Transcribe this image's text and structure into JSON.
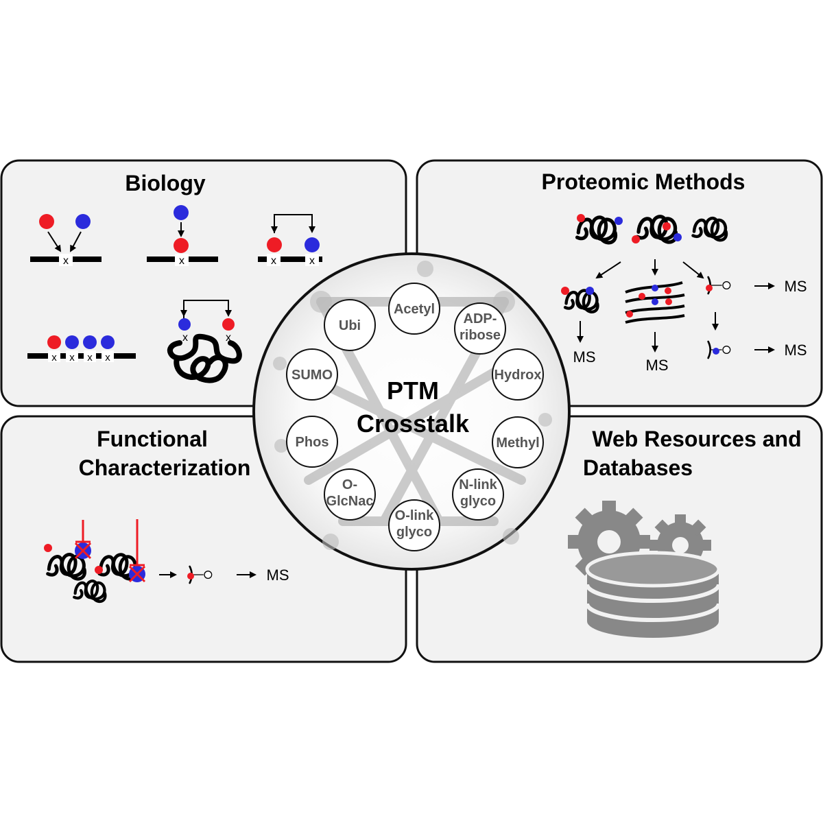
{
  "center": {
    "line1": "PTM",
    "line2": "Crosstalk"
  },
  "nodes": {
    "acetyl": [
      "Acetyl"
    ],
    "adp": [
      "ADP-",
      "ribose"
    ],
    "hydrox": [
      "Hydrox"
    ],
    "methyl": [
      "Methyl"
    ],
    "nlink": [
      "N-link",
      "glyco"
    ],
    "olink": [
      "O-link",
      "glyco"
    ],
    "oglcnac": [
      "O-",
      "GlcNac"
    ],
    "phos": [
      "Phos"
    ],
    "sumo": [
      "SUMO"
    ],
    "ubi": [
      "Ubi"
    ]
  },
  "panels": {
    "biology": {
      "title": "Biology",
      "site_mark": "x"
    },
    "proteomic": {
      "title": "Proteomic Methods",
      "ms_label": "MS"
    },
    "functional": {
      "title_line1": "Functional",
      "title_line2": "Characterization",
      "ms_label": "MS"
    },
    "web": {
      "title_line1": "Web Resources and",
      "title_line2": "Databases"
    }
  },
  "colors": {
    "mod_red": "#ee1c25",
    "mod_blue": "#2b2bdc",
    "panel_fill": "#f2f2f2",
    "database_gray": "#888888",
    "inhibitor_red": "#ee1c25"
  },
  "icons": [
    "database-icon",
    "gear-icon",
    "protein-icon",
    "peptide-icon",
    "inhibitor-icon"
  ]
}
